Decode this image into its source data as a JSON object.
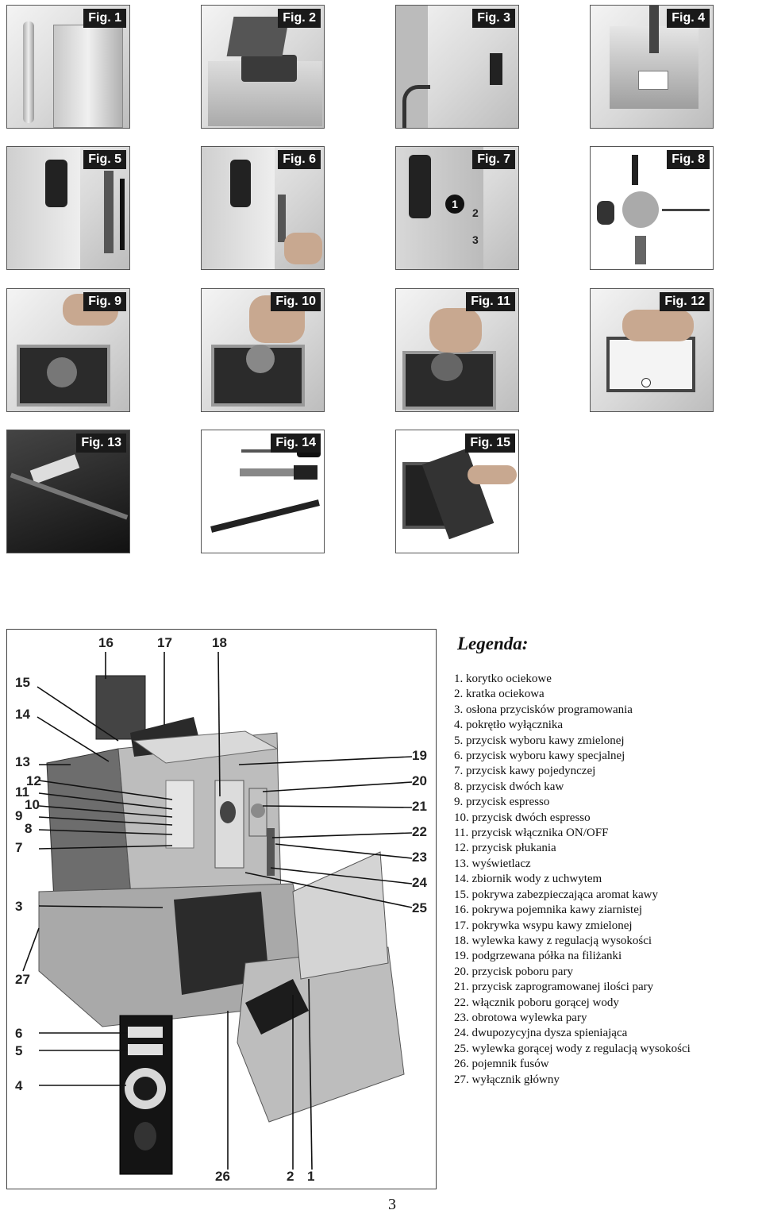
{
  "figures": [
    {
      "label": "Fig. 1"
    },
    {
      "label": "Fig. 2"
    },
    {
      "label": "Fig. 3"
    },
    {
      "label": "Fig. 4"
    },
    {
      "label": "Fig. 5"
    },
    {
      "label": "Fig. 6"
    },
    {
      "label": "Fig. 7"
    },
    {
      "label": "Fig. 8"
    },
    {
      "label": "Fig. 9"
    },
    {
      "label": "Fig. 10"
    },
    {
      "label": "Fig. 11"
    },
    {
      "label": "Fig. 12"
    },
    {
      "label": "Fig. 13"
    },
    {
      "label": "Fig. 14"
    },
    {
      "label": "Fig. 15"
    }
  ],
  "fig7_callouts": [
    "1",
    "2",
    "3"
  ],
  "diagram": {
    "callouts": [
      "16",
      "17",
      "18",
      "15",
      "14",
      "19",
      "13",
      "20",
      "12",
      "11",
      "21",
      "10",
      "9",
      "22",
      "8",
      "7",
      "23",
      "24",
      "3",
      "25",
      "27",
      "6",
      "5",
      "4",
      "26",
      "2",
      "1"
    ]
  },
  "legend": {
    "title": "Legenda:",
    "items": [
      "1. korytko ociekowe",
      "2. kratka ociekowa",
      "3. osłona przycisków programowania",
      "4. pokrętło wyłącznika",
      "5. przycisk wyboru kawy zmielonej",
      "6. przycisk wyboru kawy specjalnej",
      "7. przycisk kawy pojedynczej",
      "8. przycisk dwóch kaw",
      "9. przycisk espresso",
      "10. przycisk dwóch espresso",
      "11. przycisk włącznika ON/OFF",
      "12. przycisk płukania",
      "13. wyświetlacz",
      "14. zbiornik wody z uchwytem",
      "15.  pokrywa zabezpieczająca aromat kawy",
      "16. pokrywa pojemnika kawy ziarnistej",
      "17. pokrywka wsypu  kawy zmielonej",
      "18.  wylewka kawy z regulacją wysokości",
      "19.  podgrzewana półka na filiżanki",
      "20.  przycisk poboru pary",
      "21.  przycisk zaprogramowanej ilości pary",
      "22.  włącznik poboru gorącej wody",
      "23.  obrotowa wylewka pary",
      "24.  dwupozycyjna dysza spieniająca",
      "25.  wylewka gorącej wody z regulacją wysokości",
      "26.  pojemnik fusów",
      "27.  wyłącznik główny"
    ]
  },
  "page_number": "3"
}
